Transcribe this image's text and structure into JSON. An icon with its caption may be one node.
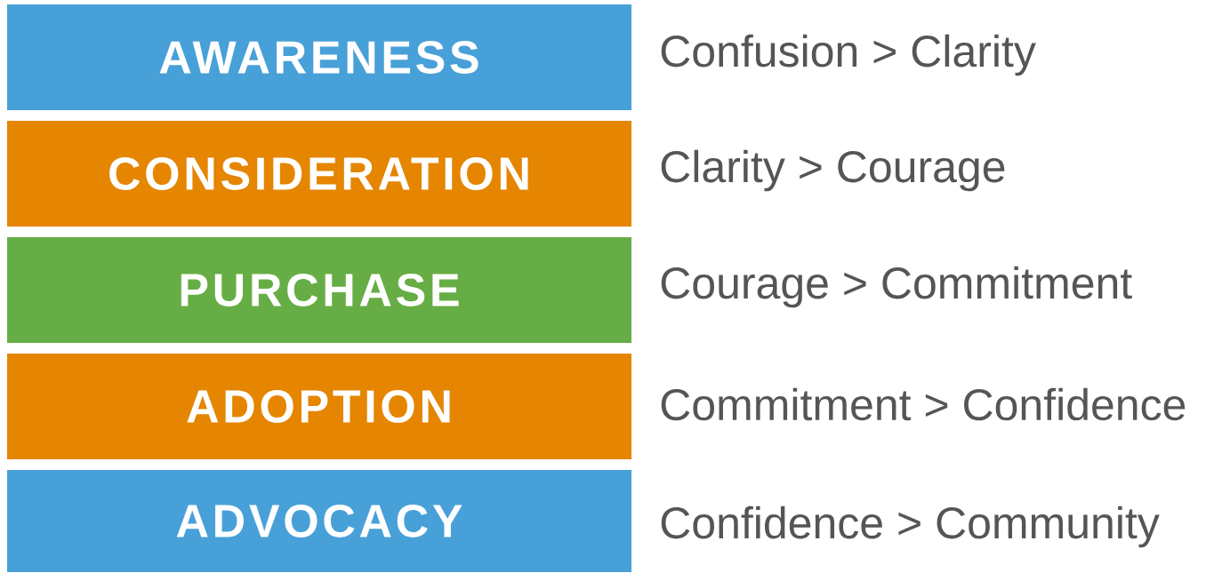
{
  "diagram": {
    "nodes": [
      {
        "text": [
          "AWARENESS"
        ],
        "beside": [
          "Confusion > Clarity"
        ]
      },
      {
        "text": [
          "CONSIDERATION"
        ],
        "beside": [
          "Clarity > Courage"
        ]
      },
      {
        "text": [
          "PURCHASE"
        ],
        "beside": [
          "Courage > Commitment"
        ]
      },
      {
        "text": [
          "ADOPTION"
        ],
        "beside": [
          "Commitment > Confidence"
        ]
      },
      {
        "text": [
          "ADVOCACY"
        ],
        "beside": [
          "Confidence > Community"
        ]
      }
    ]
  }
}
